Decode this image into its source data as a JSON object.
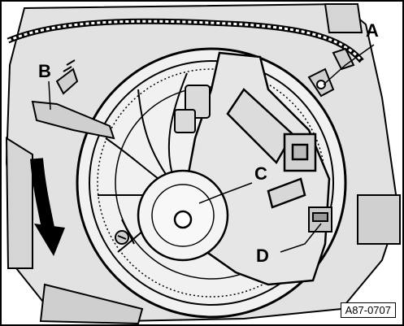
{
  "diagram": {
    "callouts": {
      "a": "A",
      "b": "B",
      "c": "C",
      "d": "D"
    },
    "reference_code": "A87-0707"
  }
}
